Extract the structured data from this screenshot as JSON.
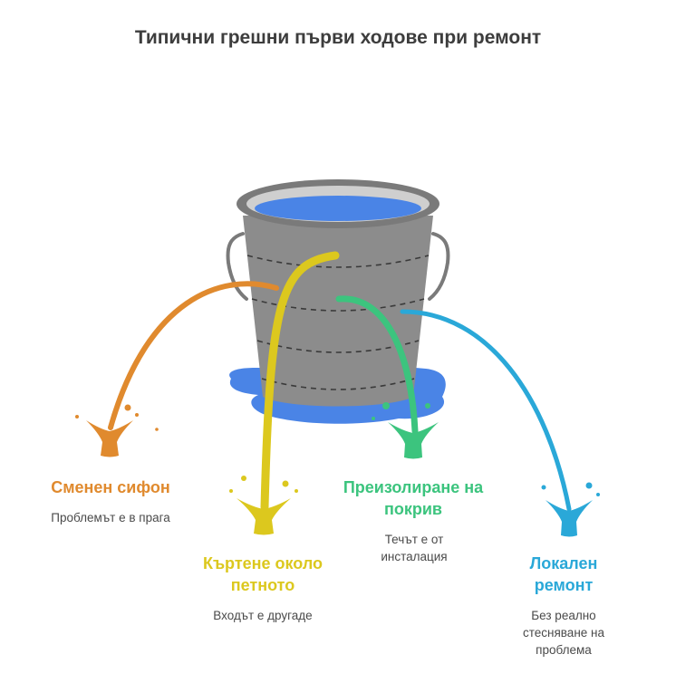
{
  "title": "Типични грешни първи ходове при ремонт",
  "colors": {
    "bucket": "#8c8c8c",
    "bucket_rim": "#7a7a7a",
    "water": "#4a84e6",
    "orange": "#e08a2e",
    "yellow": "#dcc81e",
    "green": "#3cc47e",
    "blue": "#2aa8d8"
  },
  "items": [
    {
      "label": "Сменен сифон",
      "desc": "Проблемът е в прага"
    },
    {
      "label": "Къртене около петното",
      "desc": "Входът е другаде"
    },
    {
      "label": "Преизолиране на покрив",
      "desc": "Течът е от инсталация"
    },
    {
      "label": "Локален ремонт",
      "desc": "Без реално стесняване на проблема"
    }
  ]
}
